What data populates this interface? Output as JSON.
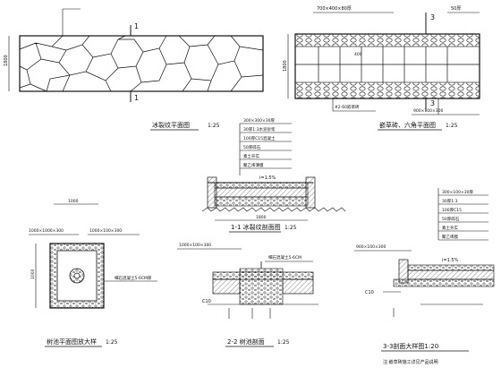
{
  "drawing": {
    "labels": {
      "plan_flagstone": "冰裂纹平面图",
      "plan_hex": "嵌草砖、六角平面图",
      "section_1": "1-1  冰裂纹剖面图",
      "section_2": "2-2  树池剖面",
      "tree_pit_plan": "树池平面图放大样",
      "section_3": "3-3剖面大样图1:20",
      "scale": "1:25",
      "scale_2": "1:20",
      "cut_1": "1",
      "cut_3": "3"
    },
    "dims": {
      "width_1800": "1800",
      "width_hex": "1800",
      "top_hex": "700×400×80厚",
      "top_hex_right": "50厚",
      "dim_400": "400",
      "slope_1": "i=1.5%",
      "slope_2": "i=1.5%",
      "width_section": "1800",
      "tp_left": "1000×1000×300",
      "tp_right": "1000×100×300",
      "tp_top": "1000",
      "tp_side": "1000",
      "sec2_left": "1000×100×300",
      "sec2_right": "细石混凝土5-6CM",
      "c10": "C10",
      "c10_b": "C10",
      "sec3_left": "900×100×300",
      "hex_bottom_left": "#2-60嵌草砖",
      "hex_bottom_right": "900×100×300"
    },
    "layers_1": [
      "300×300×30厚",
      "30厚1:3水泥砂浆",
      "100厚C15混凝土",
      "50厚碎石",
      "素土夯实",
      "聚乙烯薄膜"
    ],
    "layers_3": [
      "300×100×30厚",
      "30厚1:3",
      "100厚C15",
      "50厚碎石",
      "素土夯实",
      "聚乙烯膜"
    ],
    "tp_leaders": [
      "细石混凝土5-6CM厚"
    ],
    "footnote": "注:嵌草砖施工详见产品说明"
  }
}
